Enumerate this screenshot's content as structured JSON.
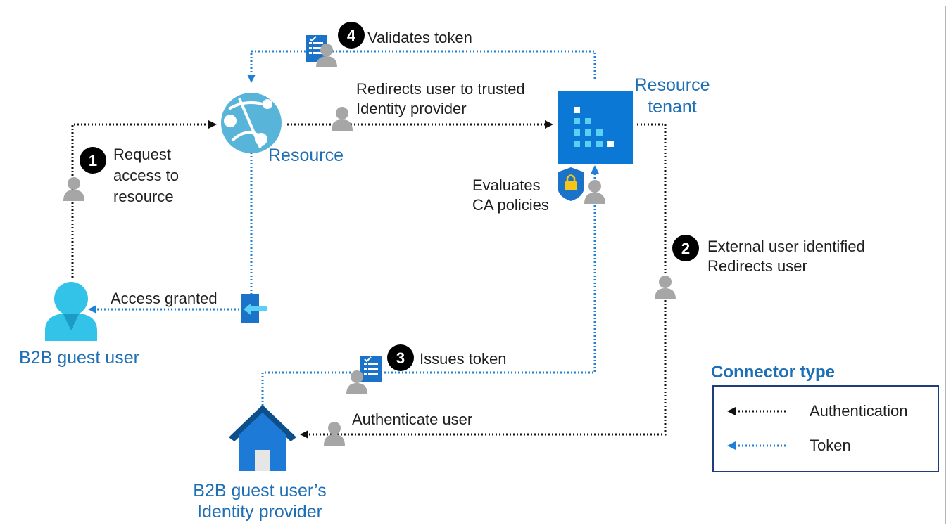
{
  "nodes": {
    "guest_user": "B2B guest user",
    "resource": "Resource",
    "resource_tenant_line1": "Resource",
    "resource_tenant_line2": "tenant",
    "idp_line1": "B2B guest user’s",
    "idp_line2": "Identity provider"
  },
  "steps": {
    "step1": {
      "number": "1",
      "line1": "Request",
      "line2": "access to",
      "line3": "resource"
    },
    "step2": {
      "number": "2",
      "line1": "External user identified",
      "line2": "Redirects user"
    },
    "step3": {
      "number": "3",
      "label": "Issues token"
    },
    "step4": {
      "number": "4",
      "label": "Validates token"
    }
  },
  "labels": {
    "redirects_line1": "Redirects user to trusted",
    "redirects_line2": "Identity provider",
    "evaluates_line1": "Evaluates",
    "evaluates_line2": "CA policies",
    "access_granted": "Access granted",
    "authenticate_user": "Authenticate user"
  },
  "legend": {
    "title": "Connector type",
    "items": [
      {
        "label": "Authentication",
        "style": "black-dotted"
      },
      {
        "label": "Token",
        "style": "blue-dotted"
      }
    ]
  },
  "colors": {
    "auth_line": "#111111",
    "token_line": "#1f80d8",
    "accent_text": "#1e6fb5",
    "tenant_tile": "#0a78d4"
  }
}
